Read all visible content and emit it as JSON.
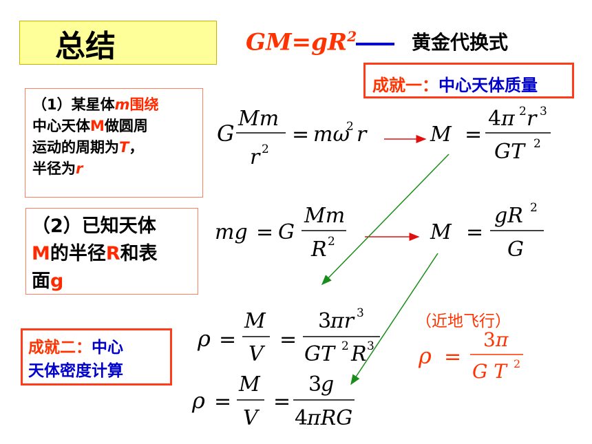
{
  "title": "总结",
  "golden_formula": {
    "lhs": "GM=gR",
    "exp": "2"
  },
  "golden_label": "黄金代换式",
  "achievement1": {
    "prefix": "成就一：",
    "text": "中心天体质量"
  },
  "condition1": {
    "l1a": "（1）某星体",
    "l1b": "m",
    "l1c": "围绕",
    "l2a": "中心天体",
    "l2b": "M",
    "l2c": "做圆周",
    "l3a": "运动的周期为",
    "l3b": "T",
    "l3c": "，",
    "l4a": "半径为",
    "l4b": "r"
  },
  "condition2": {
    "l1": "（2）已知天体",
    "l2a": "M",
    "l2b": "的半径",
    "l2c": "R",
    "l2d": "和表",
    "l3a": "面",
    "l3b": "g"
  },
  "achievement2": {
    "prefix": "成就二：",
    "p2": "中心",
    "text": "天体密度计算"
  },
  "near_earth": "（近地飞行）",
  "colors": {
    "accent_red": "#ff3300",
    "blue": "#0000cc",
    "green_arrow": "#1a8c1a",
    "title_bg": "#ffff99"
  }
}
